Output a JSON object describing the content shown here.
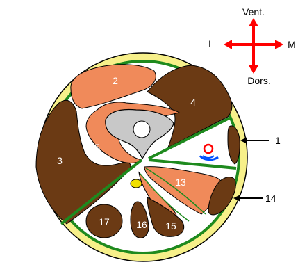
{
  "compass": {
    "top": "Vent.",
    "bottom": "Dors.",
    "left": "L",
    "right": "M",
    "arrow_color": "#ff0000"
  },
  "labels": {
    "l1": "1",
    "l2": "2",
    "l3": "3",
    "l4": "4",
    "l5": "5",
    "l13": "13",
    "l14": "14",
    "l15": "15",
    "l16": "16",
    "l17": "17"
  },
  "colors": {
    "skin": "#f7f08a",
    "fascia": "#1e8a1e",
    "dark_muscle": "#6b3a14",
    "light_muscle": "#f08a5a",
    "bone": "#c8c8c8",
    "nerve": "#f0e000",
    "artery": "#ff0000",
    "vein": "#0050ff"
  }
}
